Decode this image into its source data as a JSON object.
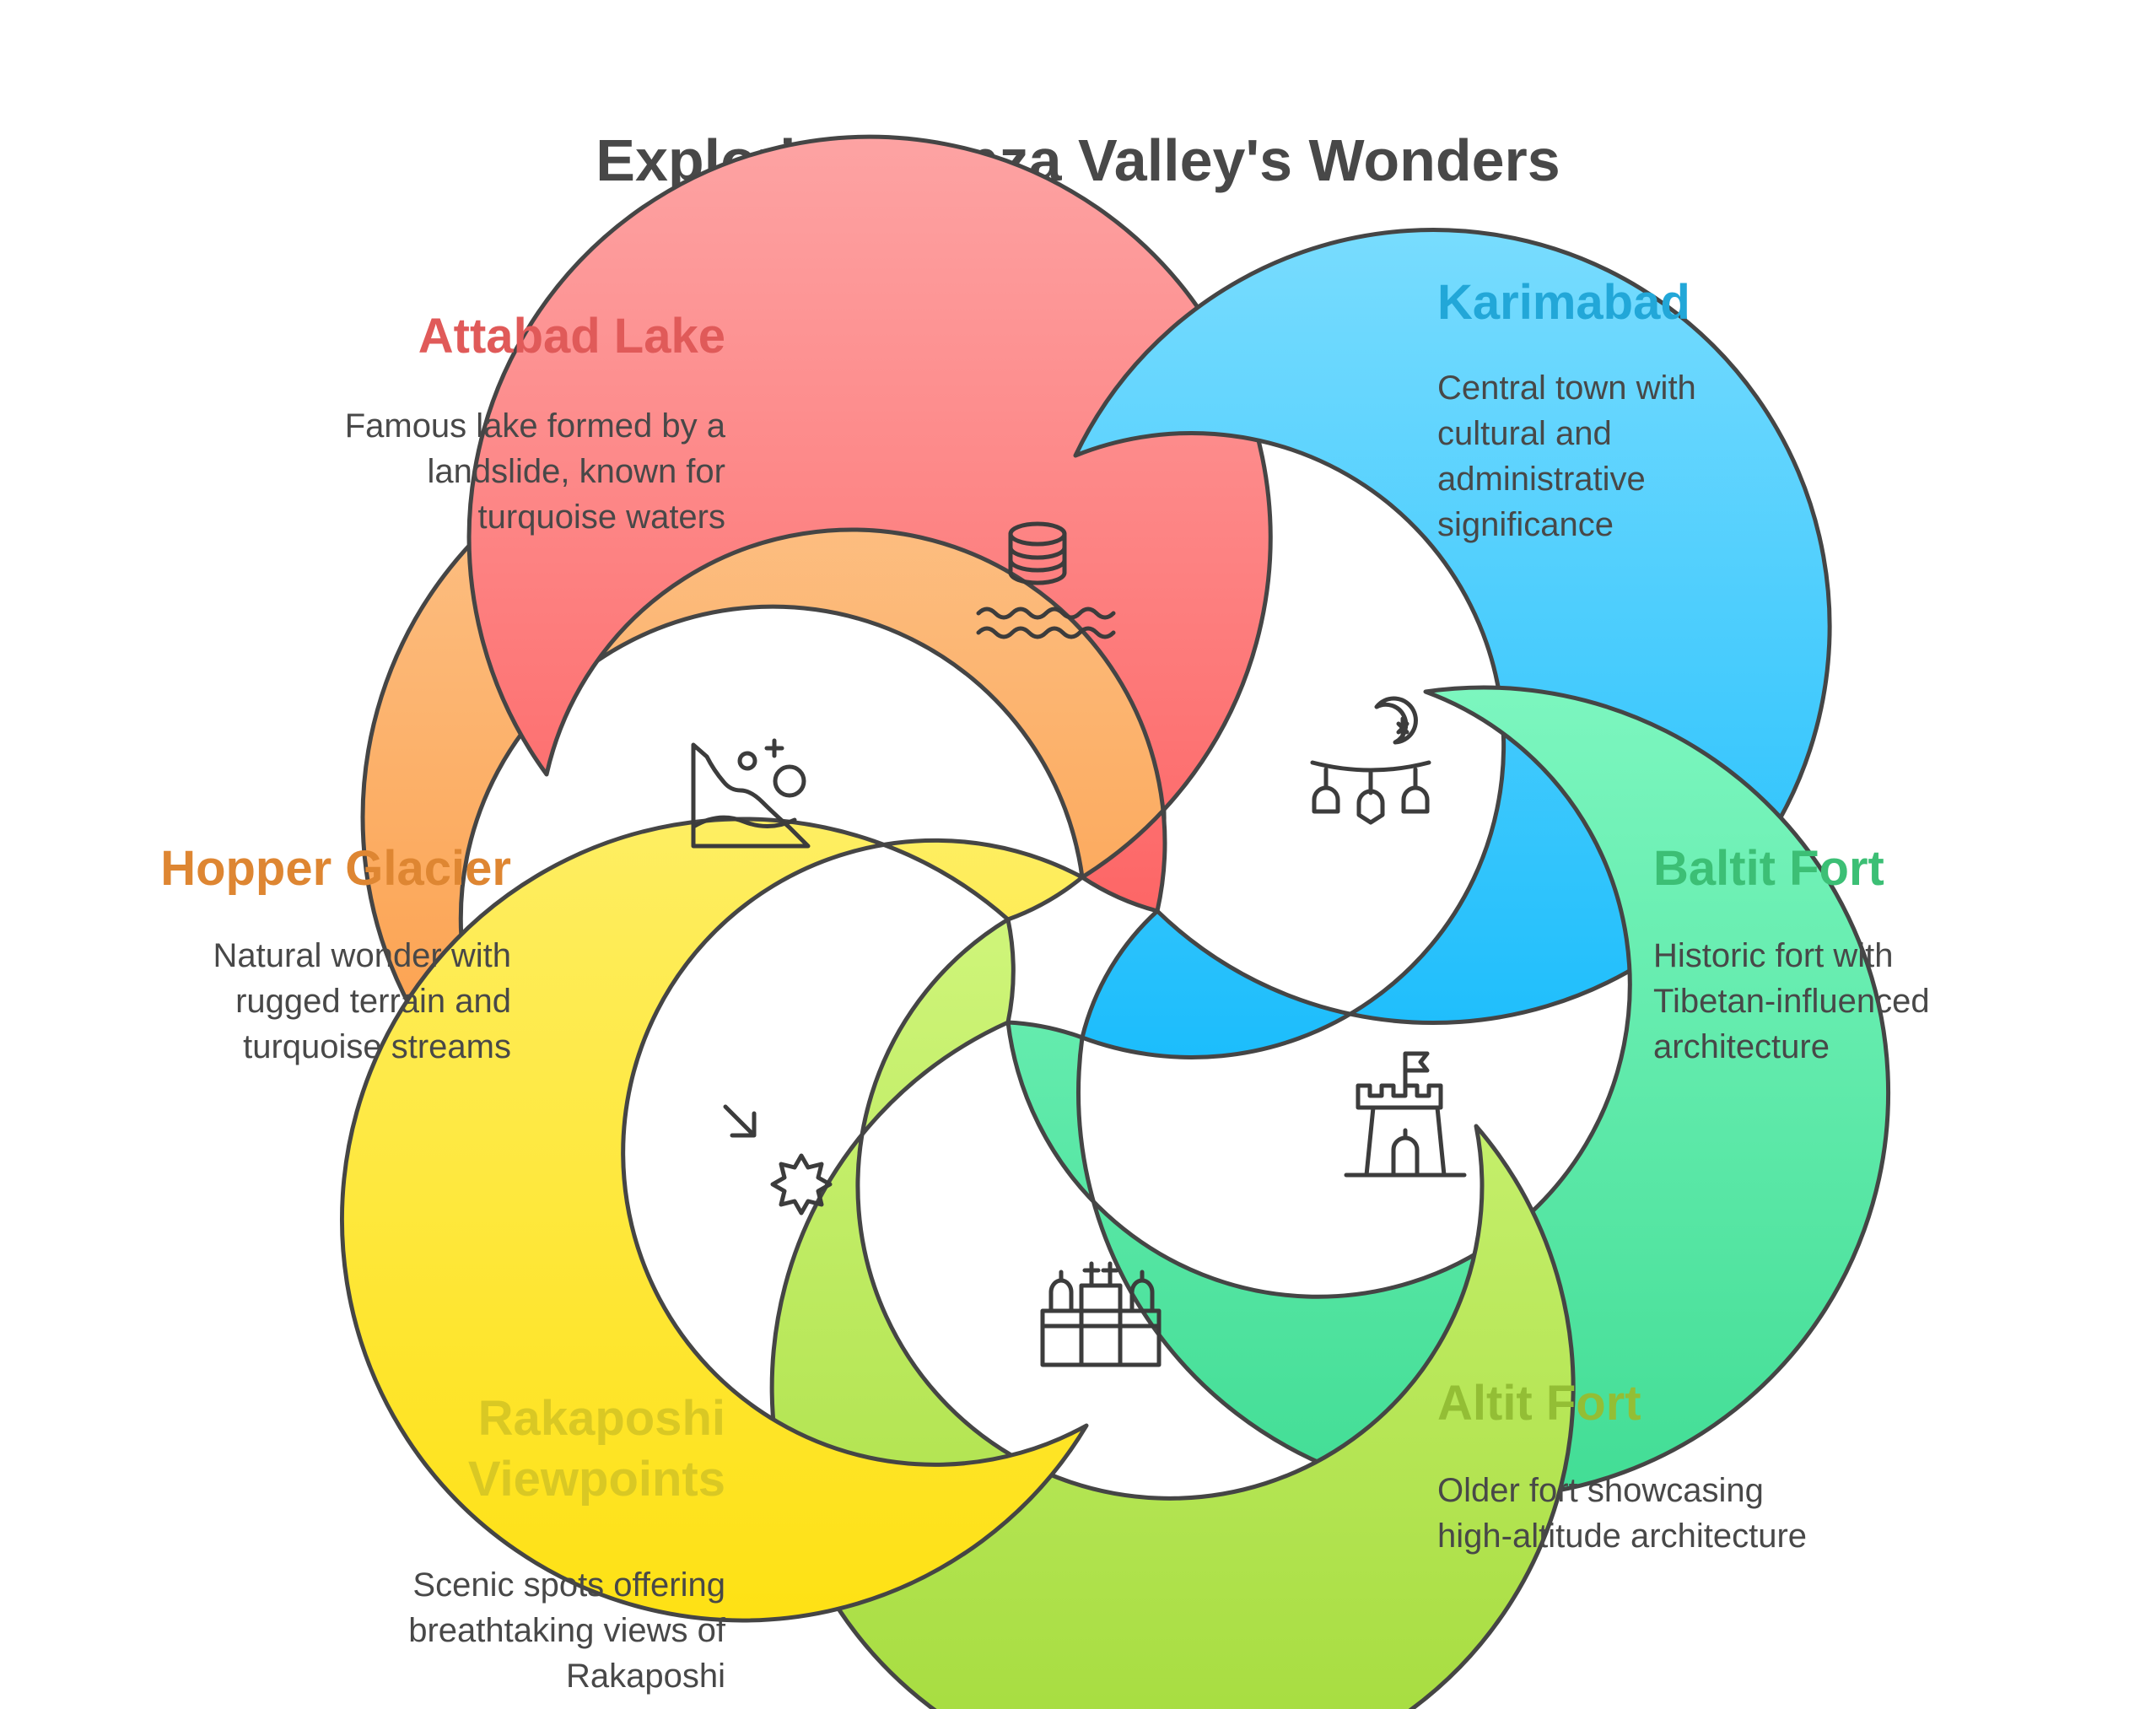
{
  "title": "Exploring Hunza Valley's Wonders",
  "segments": [
    {
      "id": "attabad",
      "label": "Attabad Lake",
      "description": "Famous lake formed by a landslide, known for turquoise waters",
      "color": "#e05a59",
      "fill_top": "#fda3a3",
      "fill_bottom": "#fd6666",
      "icon": "lake-icon"
    },
    {
      "id": "karimabad",
      "label": "Karimabad",
      "description": "Central town with cultural and administrative significance",
      "color": "#22a7d8",
      "fill_top": "#78dcfe",
      "fill_bottom": "#1cbdfc",
      "icon": "crescent-lanterns-icon"
    },
    {
      "id": "baltit",
      "label": "Baltit Fort",
      "description": "Historic fort with Tibetan-influenced architecture",
      "color": "#3cbf75",
      "fill_top": "#7cf6bf",
      "fill_bottom": "#42dd95",
      "icon": "castle-flag-icon"
    },
    {
      "id": "altit",
      "label": "Altit Fort",
      "description": "Older fort showcasing high-altitude architecture",
      "color": "#93be35",
      "fill_top": "#cff57a",
      "fill_bottom": "#a4db3c",
      "icon": "fortress-icon"
    },
    {
      "id": "rakaposhi",
      "label": "Rakaposhi Viewpoints",
      "label_lines": [
        "Rakaposhi",
        "Viewpoints"
      ],
      "description": "Scenic spots offering breathtaking views of Rakaposhi",
      "color": "#d9c824",
      "fill_top": "#feee62",
      "fill_bottom": "#fee114",
      "icon": "arrow-burst-icon"
    },
    {
      "id": "hopper",
      "label": "Hopper Glacier",
      "description": "Natural wonder with rugged terrain and turquoise streams",
      "color": "#de8632",
      "fill_top": "#fdc38a",
      "fill_bottom": "#fb9a42",
      "icon": "hill-landscape-icon"
    }
  ]
}
